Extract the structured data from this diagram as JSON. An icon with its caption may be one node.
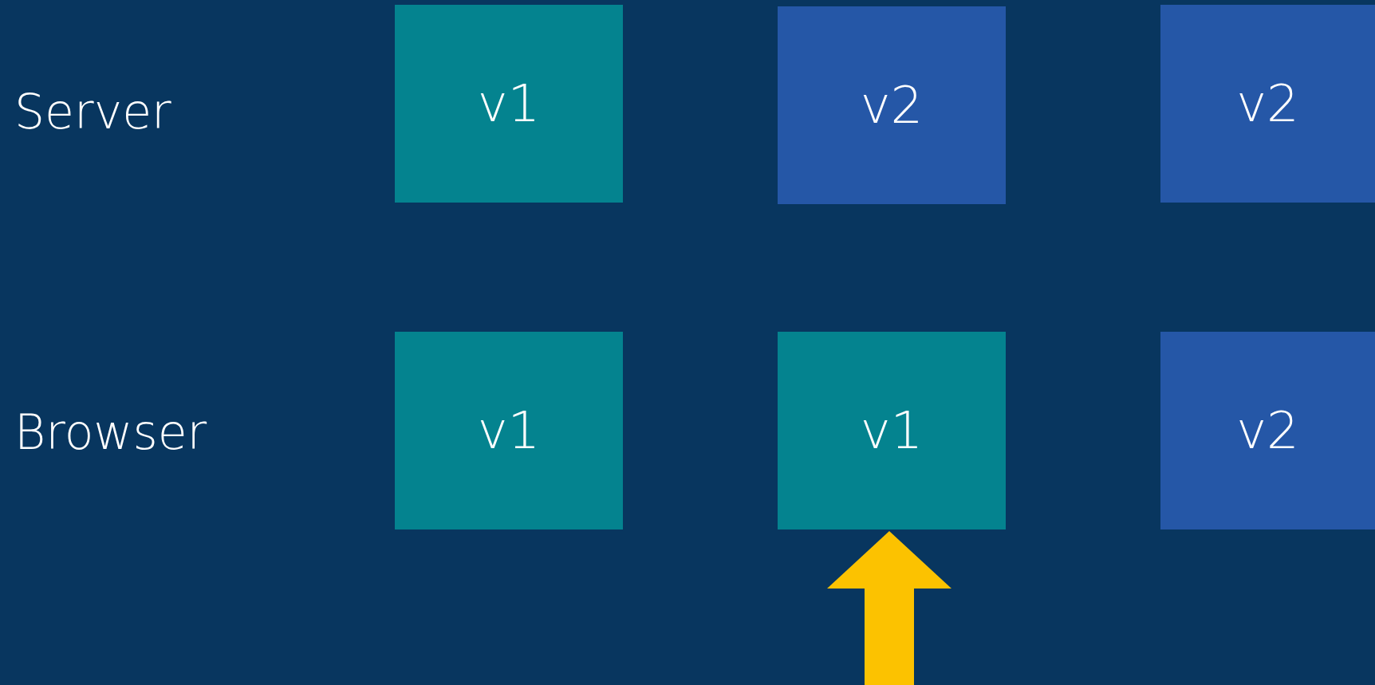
{
  "diagram": {
    "nodes": [
      {
        "text": [
          "v1"
        ]
      },
      {
        "text": [
          "v2"
        ]
      },
      {
        "text": [
          "v2"
        ]
      },
      {
        "text": [
          "v1"
        ]
      },
      {
        "text": [
          "v1"
        ]
      },
      {
        "text": [
          "v2"
        ]
      }
    ],
    "edges": [
      {
        "from": null,
        "to": 4,
        "arrow": "to"
      }
    ],
    "labels": [
      "Server",
      "Browser"
    ]
  }
}
